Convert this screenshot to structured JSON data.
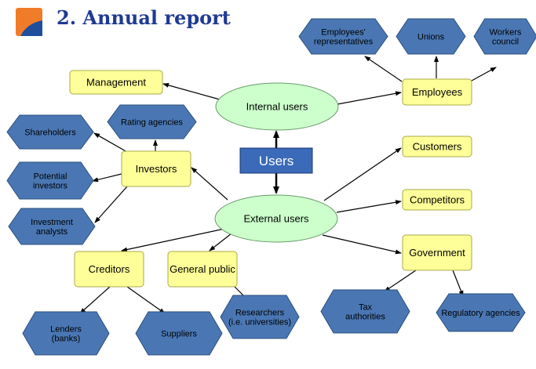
{
  "title": "2. Annual report",
  "colors": {
    "title": "#1f3a93",
    "box_fill": "#ffff99",
    "box_stroke": "#a8a84a",
    "ellipse_fill": "#ccffcc",
    "ellipse_stroke": "#6a9a6a",
    "hex_fill": "#4a77b4",
    "hex_stroke": "#2c4f7c",
    "center_fill": "#3a6ab8",
    "logo_orange": "#f07c2a",
    "logo_blue": "#1f4e9a"
  },
  "diagram": {
    "center": "Users",
    "internal_users": "Internal users",
    "external_users": "External users",
    "management": "Management",
    "employees": "Employees",
    "employees_representatives": [
      "Employees'",
      "representatives"
    ],
    "unions": "Unions",
    "workers_council": [
      "Workers",
      "council"
    ],
    "investors": "Investors",
    "shareholders": "Shareholders",
    "rating_agencies": "Rating agencies",
    "potential_investors": [
      "Potential",
      "investors"
    ],
    "investment_analysts": [
      "Investment",
      "analysts"
    ],
    "customers": "Customers",
    "competitors": "Competitors",
    "government": "Government",
    "tax_authorities": [
      "Tax",
      "authorities"
    ],
    "regulatory_agencies": "Regulatory agencies",
    "creditors": "Creditors",
    "lenders": [
      "Lenders",
      "(banks)"
    ],
    "suppliers": "Suppliers",
    "general_public": "General public",
    "researchers": [
      "Researchers",
      "(i.e. universities)"
    ]
  }
}
